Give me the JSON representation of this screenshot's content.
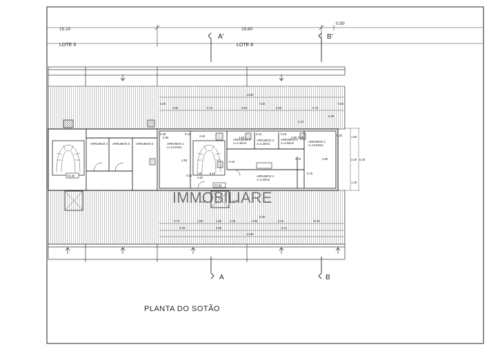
{
  "drawing": {
    "title": "PLANTA DO SOTÃO",
    "top_dims": {
      "left": "15.10",
      "right": "15.60",
      "small": "0.50"
    },
    "lots": {
      "lote9": "LOTE 9",
      "lote8": "LOTE 8"
    },
    "sections": {
      "a_top": "A'",
      "b_top": "B'",
      "a_bottom": "A",
      "b_bottom": "B"
    },
    "rooms_left": [
      {
        "id": "arr4",
        "label": "ARRUMOS 4"
      },
      {
        "id": "arr5",
        "label": "ARRUMOS 5"
      },
      {
        "id": "arr6",
        "label": "ARRUMOS 6"
      }
    ],
    "rooms_right": {
      "arr1": {
        "label": "ARRUMOS 1",
        "area": "A=14.20m2"
      },
      "arr2": {
        "label": "ARRUMOS 2",
        "area": "A=13.50m2"
      },
      "arr3": {
        "label": "ARRUMOS 3",
        "area": "A=4.20m2"
      },
      "arr4": {
        "label": "ARRUMOS 4",
        "area": "A=3.20m2"
      },
      "arr5": {
        "label": "ARRUMOS 5",
        "area": "A=3.50m2"
      },
      "arr3b": {
        "label": "ARRUMOS 3",
        "area": "A=4.40m2"
      }
    },
    "level_tags": {
      "left": "53.60",
      "right": "53.60"
    },
    "dim_texts": {
      "overall_top": "13.60",
      "row_top": [
        "2.66",
        "0.10",
        "2.84",
        "0.20",
        "2.50",
        "5.76"
      ],
      "row_edges": [
        "0.30",
        "0.04"
      ],
      "row_bottom1": [
        "0.70",
        "1.90",
        "1.80",
        "0.30",
        "2.05",
        "5.41",
        "5.76"
      ],
      "row_bottom2": [
        "3.16",
        "3.90",
        "5.41"
      ],
      "overall_bottom": "13.60",
      "right_vertical": [
        "1.50",
        "3.40",
        "5.30",
        "1.40"
      ],
      "misc": [
        "2.66",
        "0.38",
        "0.16",
        "2.60",
        "0.15",
        "0.15",
        "1.60",
        "2.85",
        "0.58",
        "0.15",
        "0.20",
        "0.33",
        "6.30",
        "1.30",
        "0.15",
        "0.20",
        "1.80",
        "2.60",
        "0.15",
        "0.10",
        "4.80",
        "0.30",
        "3.70",
        "4.80"
      ]
    },
    "watermark": "IMMOBILIARE"
  }
}
